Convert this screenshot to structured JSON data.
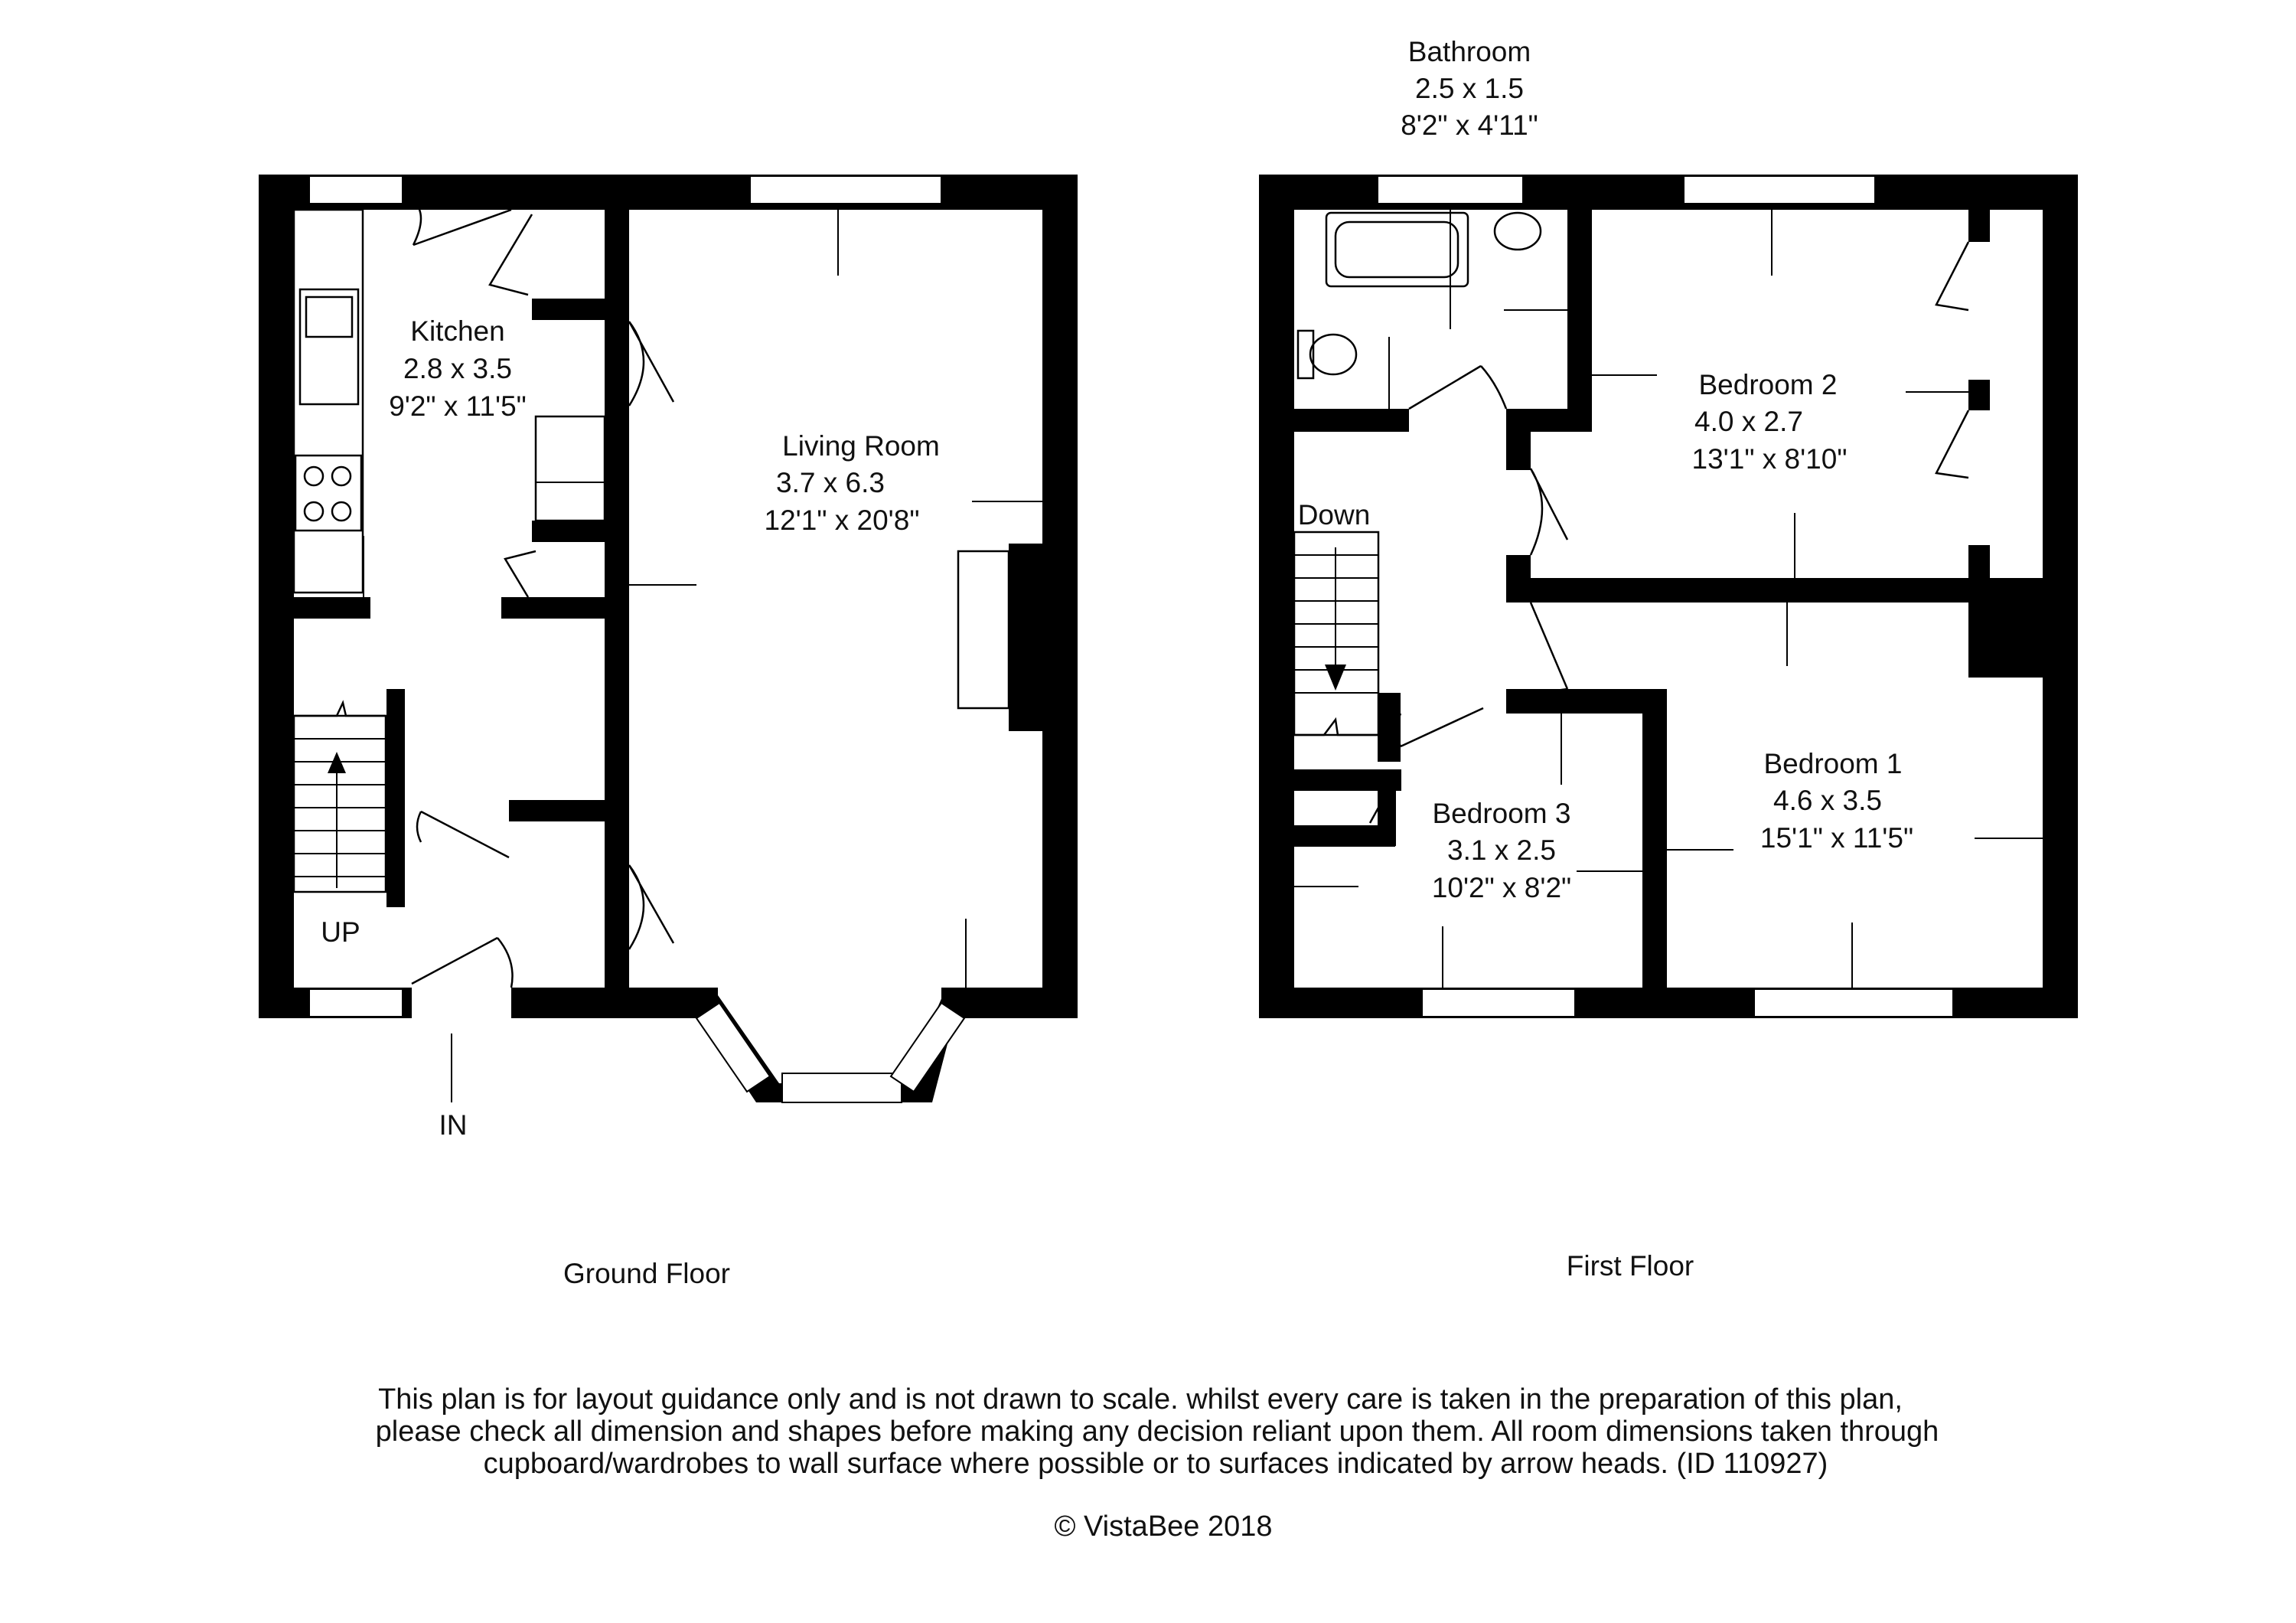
{
  "rooms": {
    "kitchen": {
      "name": "Kitchen",
      "metric": "2.8 x 3.5",
      "imperial": "9'2\" x 11'5\""
    },
    "living": {
      "name": "Living Room",
      "metric": "3.7 x 6.3",
      "imperial": "12'1\" x 20'8\""
    },
    "bathroom": {
      "name": "Bathroom",
      "metric": "2.5 x 1.5",
      "imperial": "8'2\" x 4'11\""
    },
    "bedroom2": {
      "name": "Bedroom 2",
      "metric": "4.0 x 2.7",
      "imperial": "13'1\" x 8'10\""
    },
    "bedroom1": {
      "name": "Bedroom 1",
      "metric": "4.6 x 3.5",
      "imperial": "15'1\" x 11'5\""
    },
    "bedroom3": {
      "name": "Bedroom 3",
      "metric": "3.1 x 2.5",
      "imperial": "10'2\" x 8'2\""
    }
  },
  "labels": {
    "up": "UP",
    "in": "IN",
    "down": "Down"
  },
  "floors": {
    "ground": "Ground Floor",
    "first": "First Floor"
  },
  "disclaimer": {
    "line1": "This plan is for layout guidance only and is not drawn to scale. whilst every care is taken in the preparation of this plan,",
    "line2": "please check all dimension and shapes before making any decision reliant upon them. All room dimensions taken through",
    "line3": "cupboard/wardrobes to wall surface where possible or to surfaces indicated by arrow heads. (ID 110927)"
  },
  "copyright": "© VistaBee 2018"
}
